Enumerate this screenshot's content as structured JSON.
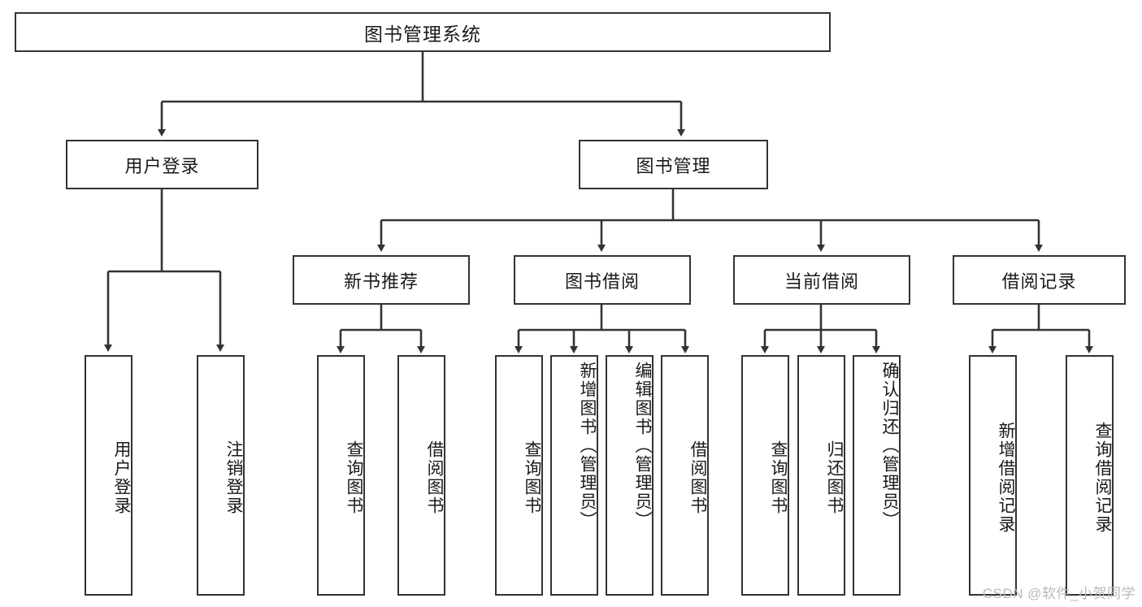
{
  "diagram": {
    "title": "图书管理系统",
    "type": "tree",
    "watermark": "CSDN @软件_小贺同学",
    "colors": {
      "stroke": "#333333",
      "fill": "#ffffff",
      "text": "#1a1a1a",
      "watermark": "#b9b9b9"
    },
    "nodes": {
      "root": {
        "label": "图书管理系统"
      },
      "level2": [
        {
          "label": "用户登录"
        },
        {
          "label": "图书管理"
        }
      ],
      "level3": [
        {
          "label": "新书推荐"
        },
        {
          "label": "图书借阅"
        },
        {
          "label": "当前借阅"
        },
        {
          "label": "借阅记录"
        }
      ],
      "login_leaves": [
        {
          "label": "用户登录"
        },
        {
          "label": "注销登录"
        }
      ],
      "recommend_leaves": [
        {
          "label": "查询图书"
        },
        {
          "label": "借阅图书"
        }
      ],
      "borrow_leaves": [
        {
          "label": "查询图书"
        },
        {
          "label": "新增图书（管理员）"
        },
        {
          "label": "编辑图书（管理员）"
        },
        {
          "label": "借阅图书"
        }
      ],
      "current_leaves": [
        {
          "label": "查询图书"
        },
        {
          "label": "归还图书"
        },
        {
          "label": "确认归还（管理员）"
        }
      ],
      "record_leaves": [
        {
          "label": "新增借阅记录"
        },
        {
          "label": "查询借阅记录"
        }
      ]
    }
  }
}
